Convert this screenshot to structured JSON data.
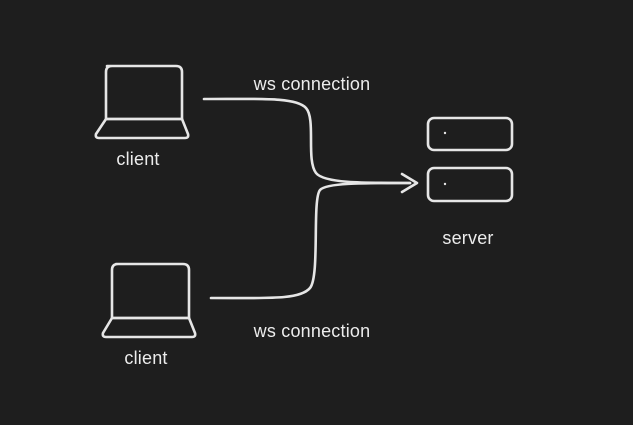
{
  "nodes": {
    "client_top": {
      "label": "client",
      "icon": "laptop-icon"
    },
    "client_bottom": {
      "label": "client",
      "icon": "laptop-icon"
    },
    "server": {
      "label": "server",
      "icon": "server-icon"
    }
  },
  "edges": {
    "top": {
      "label": "ws connection"
    },
    "bottom": {
      "label": "ws connection"
    }
  },
  "colors": {
    "background": "#1e1e1e",
    "stroke": "#e6e6e6",
    "text": "#ececec"
  }
}
